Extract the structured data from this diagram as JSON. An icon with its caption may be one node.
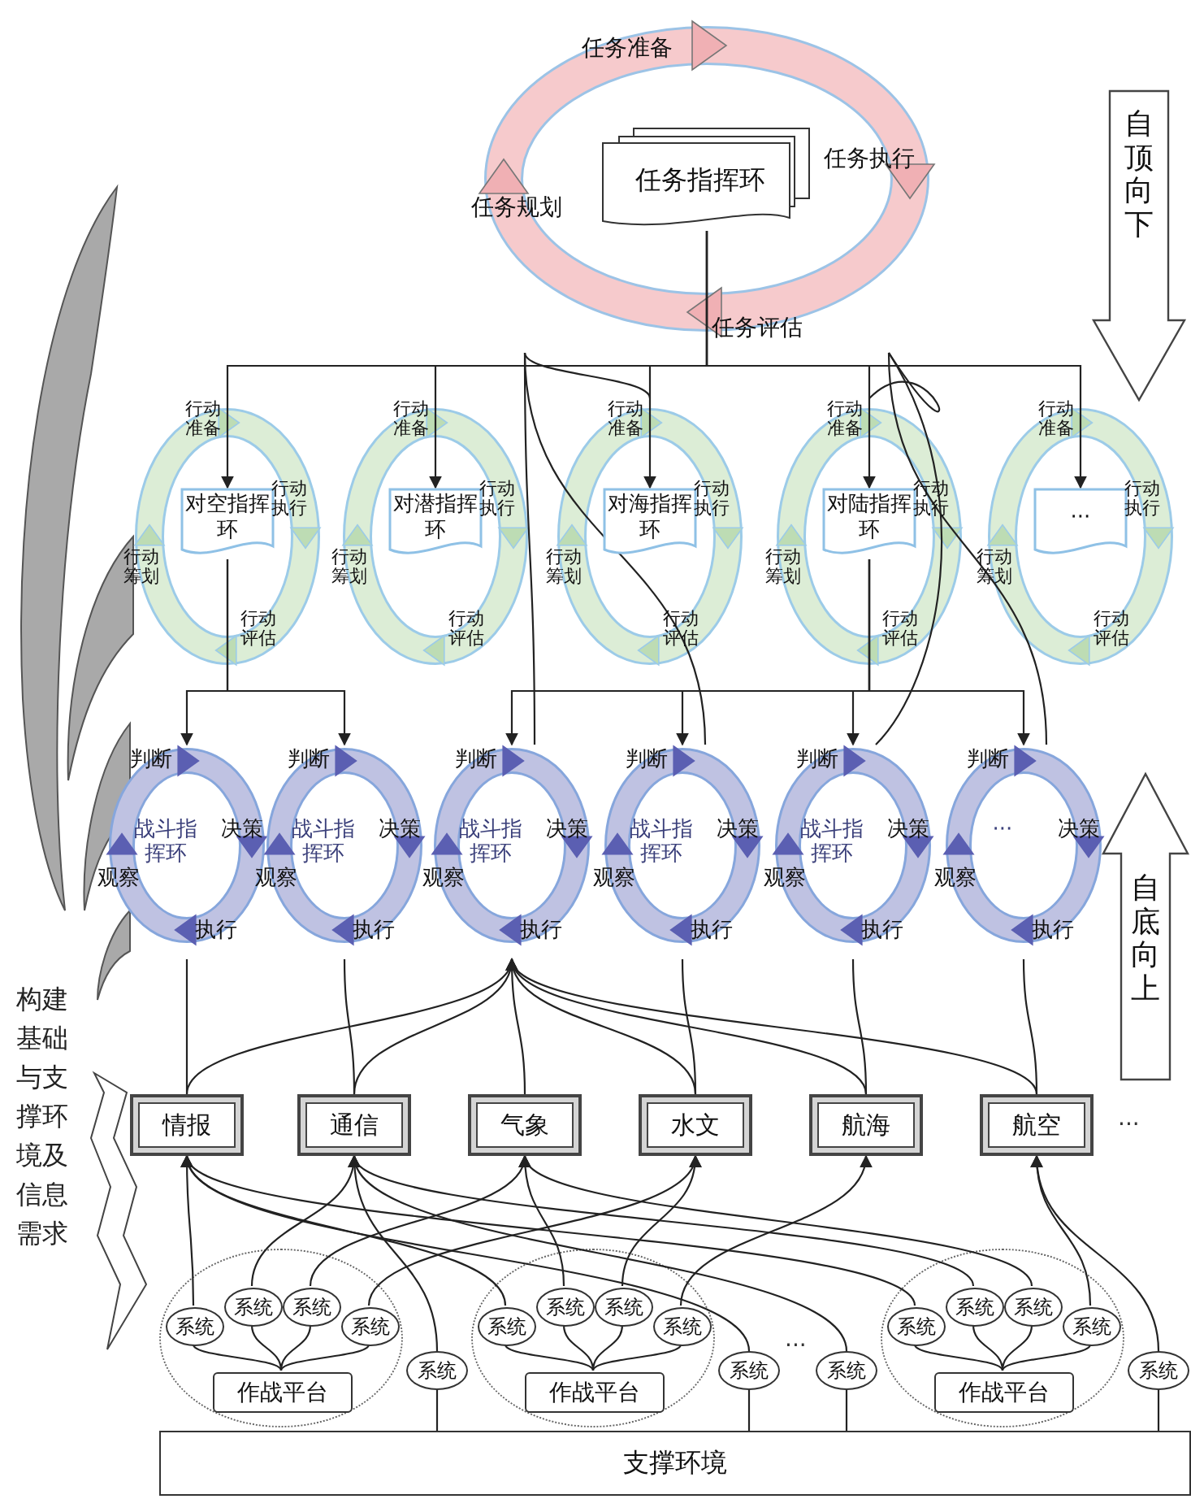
{
  "diagram": {
    "nodes": [
      {
        "text": [
          "任务准备",
          "任务规划",
          "任务执行",
          "任务评估"
        ]
      },
      {
        "text": [
          "任务指挥环"
        ],
        "in": 0
      },
      {
        "text": [
          "自顶向下"
        ]
      },
      {
        "text": [
          "行动准备",
          "行动执行",
          "行动筹划",
          "行动评估"
        ]
      },
      {
        "text": [
          "对空指挥环"
        ],
        "in": 3
      },
      {
        "text": [
          "行动准备",
          "行动执行",
          "行动筹划",
          "行动评估"
        ]
      },
      {
        "text": [
          "对潜指挥环"
        ],
        "in": 5
      },
      {
        "text": [
          "行动准备",
          "行动执行",
          "行动筹划",
          "行动评估"
        ]
      },
      {
        "text": [
          "对海指挥环"
        ],
        "in": 7
      },
      {
        "text": [
          "行动准备",
          "行动执行",
          "行动筹划",
          "行动评估"
        ]
      },
      {
        "text": [
          "对陆指挥环"
        ],
        "in": 9
      },
      {
        "text": [
          "行动准备",
          "行动执行",
          "行动筹划",
          "行动评估"
        ]
      },
      {
        "text": [
          "···"
        ],
        "in": 11
      },
      {
        "text": [
          "判断",
          "决策",
          "战斗指挥环",
          "观察",
          "执行"
        ]
      },
      {
        "text": [
          "判断",
          "决策",
          "战斗指挥环",
          "观察",
          "执行"
        ]
      },
      {
        "text": [
          "判断",
          "决策",
          "战斗指挥环",
          "观察",
          "执行"
        ]
      },
      {
        "text": [
          "判断",
          "决策",
          "战斗指挥环",
          "观察",
          "执行"
        ]
      },
      {
        "text": [
          "判断",
          "决策",
          "战斗指挥环",
          "观察",
          "执行"
        ]
      },
      {
        "text": [
          "判断",
          "决策",
          "···",
          "观察",
          "执行"
        ]
      },
      {
        "text": [
          "自底向上"
        ]
      },
      {
        "text": [
          "情报"
        ]
      },
      {
        "text": [
          "通信"
        ]
      },
      {
        "text": [
          "气象"
        ]
      },
      {
        "text": [
          "水文"
        ]
      },
      {
        "text": [
          "航海"
        ]
      },
      {
        "text": [
          "航空"
        ]
      },
      {
        "text": [],
        "shape": "ellipse"
      },
      {
        "text": [
          "系统"
        ],
        "in": 26
      },
      {
        "text": [
          "系统"
        ],
        "in": 26
      },
      {
        "text": [
          "系统"
        ],
        "in": 26
      },
      {
        "text": [
          "系统"
        ],
        "in": 26
      },
      {
        "text": [
          "作战平台"
        ],
        "in": 26
      },
      {
        "text": [
          "系统"
        ]
      },
      {
        "text": [],
        "shape": "ellipse"
      },
      {
        "text": [
          "系统"
        ],
        "in": 33
      },
      {
        "text": [
          "系统"
        ],
        "in": 33
      },
      {
        "text": [
          "系统"
        ],
        "in": 33
      },
      {
        "text": [
          "系统"
        ],
        "in": 33
      },
      {
        "text": [
          "作战平台"
        ],
        "in": 33
      },
      {
        "text": [
          "系统"
        ]
      },
      {
        "text": [
          "系统"
        ]
      },
      {
        "text": [],
        "shape": "ellipse"
      },
      {
        "text": [
          "系统"
        ],
        "in": 41
      },
      {
        "text": [
          "系统"
        ],
        "in": 41
      },
      {
        "text": [
          "系统"
        ],
        "in": 41
      },
      {
        "text": [
          "系统"
        ],
        "in": 41
      },
      {
        "text": [
          "作战平台"
        ],
        "in": 41
      },
      {
        "text": [
          "系统"
        ]
      },
      {
        "text": [
          "支撑环境"
        ]
      }
    ],
    "edges": [
      {
        "from": 1,
        "to": 4,
        "arrow": "to"
      },
      {
        "from": 1,
        "to": 6,
        "arrow": "to"
      },
      {
        "from": 1,
        "to": 8,
        "arrow": "to"
      },
      {
        "from": 1,
        "to": 10,
        "arrow": "to"
      },
      {
        "from": 1,
        "to": 12,
        "arrow": "to"
      },
      {
        "from": 4,
        "to": 13,
        "arrow": "to"
      },
      {
        "from": 4,
        "to": 14,
        "arrow": "to"
      },
      {
        "from": 10,
        "to": 15,
        "arrow": "to"
      },
      {
        "from": 10,
        "to": 16,
        "arrow": "to"
      },
      {
        "from": 10,
        "to": 17,
        "arrow": "to"
      },
      {
        "from": 10,
        "to": 18,
        "arrow": "to"
      },
      {
        "from": 0,
        "to": 7,
        "arrow": "none"
      },
      {
        "from": 0,
        "to": 15,
        "arrow": "none"
      },
      {
        "from": 0,
        "to": 16,
        "arrow": "none"
      },
      {
        "from": 0,
        "to": 9,
        "arrow": "none"
      },
      {
        "from": 0,
        "to": 17,
        "arrow": "none"
      },
      {
        "from": 0,
        "to": 18,
        "arrow": "none"
      },
      {
        "from": 20,
        "to": 13,
        "arrow": "none"
      },
      {
        "from": 21,
        "to": 14,
        "arrow": "none"
      },
      {
        "from": 22,
        "to": 15,
        "arrow": "none"
      },
      {
        "from": 23,
        "to": 16,
        "arrow": "none"
      },
      {
        "from": 24,
        "to": 17,
        "arrow": "none"
      },
      {
        "from": 25,
        "to": 18,
        "arrow": "none"
      },
      {
        "from": 20,
        "to": 15,
        "arrow": "to"
      },
      {
        "from": 21,
        "to": 15,
        "arrow": "to"
      },
      {
        "from": 23,
        "to": 15,
        "arrow": "to"
      },
      {
        "from": 24,
        "to": 15,
        "arrow": "to"
      },
      {
        "from": 25,
        "to": 15,
        "arrow": "to"
      },
      {
        "from": 27,
        "to": 20,
        "arrow": "to"
      },
      {
        "from": 28,
        "to": 21,
        "arrow": "to"
      },
      {
        "from": 29,
        "to": 22,
        "arrow": "to"
      },
      {
        "from": 30,
        "to": 23,
        "arrow": "to"
      },
      {
        "from": 32,
        "to": 21,
        "arrow": "to"
      },
      {
        "from": 34,
        "to": 20,
        "arrow": "to"
      },
      {
        "from": 35,
        "to": 22,
        "arrow": "to"
      },
      {
        "from": 36,
        "to": 23,
        "arrow": "to"
      },
      {
        "from": 37,
        "to": 24,
        "arrow": "to"
      },
      {
        "from": 39,
        "to": 20,
        "arrow": "to"
      },
      {
        "from": 40,
        "to": 21,
        "arrow": "to"
      },
      {
        "from": 42,
        "to": 20,
        "arrow": "to"
      },
      {
        "from": 43,
        "to": 21,
        "arrow": "to"
      },
      {
        "from": 44,
        "to": 22,
        "arrow": "to"
      },
      {
        "from": 45,
        "to": 25,
        "arrow": "to"
      },
      {
        "from": 47,
        "to": 25,
        "arrow": "to"
      },
      {
        "from": 31,
        "to": 27,
        "arrow": "none"
      },
      {
        "from": 31,
        "to": 28,
        "arrow": "none"
      },
      {
        "from": 31,
        "to": 29,
        "arrow": "none"
      },
      {
        "from": 31,
        "to": 30,
        "arrow": "none"
      },
      {
        "from": 38,
        "to": 34,
        "arrow": "none"
      },
      {
        "from": 38,
        "to": 35,
        "arrow": "none"
      },
      {
        "from": 38,
        "to": 36,
        "arrow": "none"
      },
      {
        "from": 38,
        "to": 37,
        "arrow": "none"
      },
      {
        "from": 46,
        "to": 42,
        "arrow": "none"
      },
      {
        "from": 46,
        "to": 43,
        "arrow": "none"
      },
      {
        "from": 46,
        "to": 44,
        "arrow": "none"
      },
      {
        "from": 46,
        "to": 45,
        "arrow": "none"
      },
      {
        "from": 32,
        "to": 48,
        "arrow": "none"
      },
      {
        "from": 39,
        "to": 48,
        "arrow": "none"
      },
      {
        "from": 40,
        "to": 48,
        "arrow": "none"
      },
      {
        "from": 47,
        "to": 48,
        "arrow": "none"
      }
    ],
    "labels": [
      "构建基础与支撑环境及信息需求",
      "···",
      "···"
    ]
  }
}
